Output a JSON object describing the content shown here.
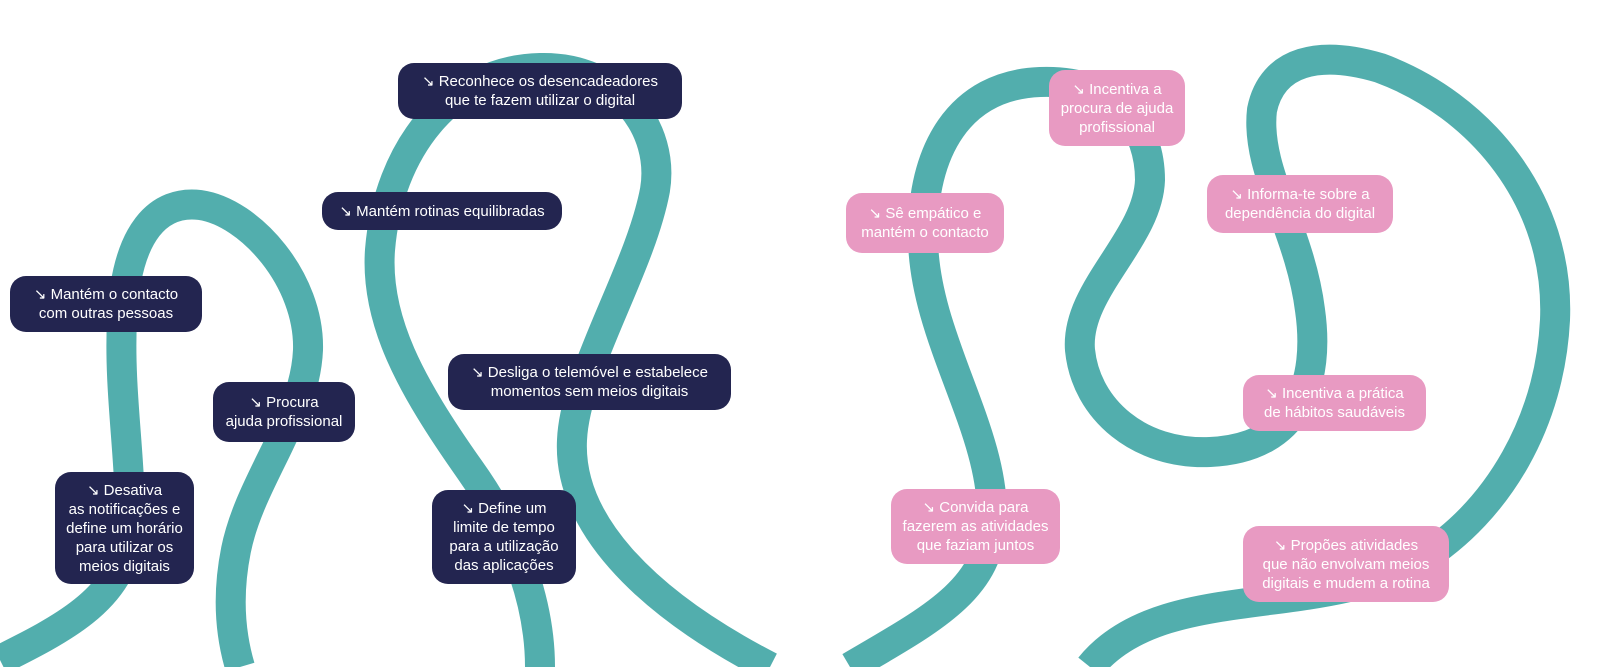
{
  "colors": {
    "path": "#52aead",
    "dark_bubble": "#232550",
    "pink_bubble": "#e89ac2",
    "bubble_text": "#ffffff"
  },
  "arrow_icon": "south-east-arrow",
  "dark_tips": [
    {
      "text": "↘ Reconhece os desencadeadores\nque te fazem utilizar o digital"
    },
    {
      "text": "↘ Mantém rotinas equilibradas"
    },
    {
      "text": "↘ Mantém o contacto\ncom outras pessoas"
    },
    {
      "text": "↘ Procura\najuda profissional"
    },
    {
      "text": "↘ Desliga o telemóvel e estabelece\nmomentos sem meios digitais"
    },
    {
      "text": "↘ Desativa\nas notificações e\ndefine um horário\npara utilizar os\nmeios digitais"
    },
    {
      "text": "↘ Define um\nlimite de tempo\npara a utilização\ndas aplicações"
    }
  ],
  "pink_tips": [
    {
      "text": "↘ Incentiva a\nprocura de ajuda\nprofissional"
    },
    {
      "text": "↘ Sê empático e\nmantém o contacto"
    },
    {
      "text": "↘ Informa-te sobre a\ndependência do digital"
    },
    {
      "text": "↘ Incentiva a prática\nde hábitos saudáveis"
    },
    {
      "text": "↘ Convida para\nfazerem as atividades\nque faziam juntos"
    },
    {
      "text": "↘ Propões atividades\nque não envolvam meios\ndigitais e mudem a rotina"
    }
  ]
}
